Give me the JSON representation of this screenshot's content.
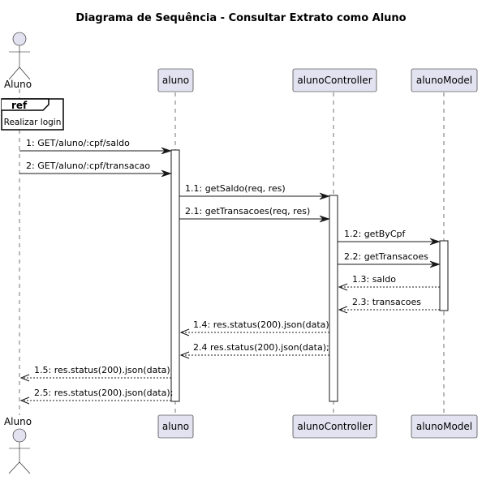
{
  "title": "Diagrama de Sequência - Consultar Extrato como Aluno",
  "actor": {
    "name": "Aluno"
  },
  "participants": [
    {
      "id": "aluno",
      "name": "aluno"
    },
    {
      "id": "alunoController",
      "name": "alunoController"
    },
    {
      "id": "alunoModel",
      "name": "alunoModel"
    }
  ],
  "ref": {
    "tag": "ref",
    "text": "Realizar login"
  },
  "messages": [
    {
      "from": "Aluno",
      "to": "aluno",
      "label": "1: GET/aluno/:cpf/saldo",
      "reply": false
    },
    {
      "from": "Aluno",
      "to": "aluno",
      "label": "2: GET/aluno/:cpf/transacao",
      "reply": false
    },
    {
      "from": "aluno",
      "to": "alunoController",
      "label": "1.1: getSaldo(req, res)",
      "reply": false
    },
    {
      "from": "aluno",
      "to": "alunoController",
      "label": "2.1: getTransacoes(req, res)",
      "reply": false
    },
    {
      "from": "alunoController",
      "to": "alunoModel",
      "label": "1.2: getByCpf",
      "reply": false
    },
    {
      "from": "alunoController",
      "to": "alunoModel",
      "label": "2.2: getTransacoes",
      "reply": false
    },
    {
      "from": "alunoModel",
      "to": "alunoController",
      "label": "1.3: saldo",
      "reply": true
    },
    {
      "from": "alunoModel",
      "to": "alunoController",
      "label": "2.3: transacoes",
      "reply": true
    },
    {
      "from": "alunoController",
      "to": "aluno",
      "label": "1.4: res.status(200).json(data)",
      "reply": true
    },
    {
      "from": "alunoController",
      "to": "aluno",
      "label": "2.4 res.status(200).json(data);",
      "reply": true
    },
    {
      "from": "aluno",
      "to": "Aluno",
      "label": "1.5: res.status(200).json(data)",
      "reply": true
    },
    {
      "from": "aluno",
      "to": "Aluno",
      "label": "2.5: res.status(200).json(data);",
      "reply": true
    }
  ]
}
